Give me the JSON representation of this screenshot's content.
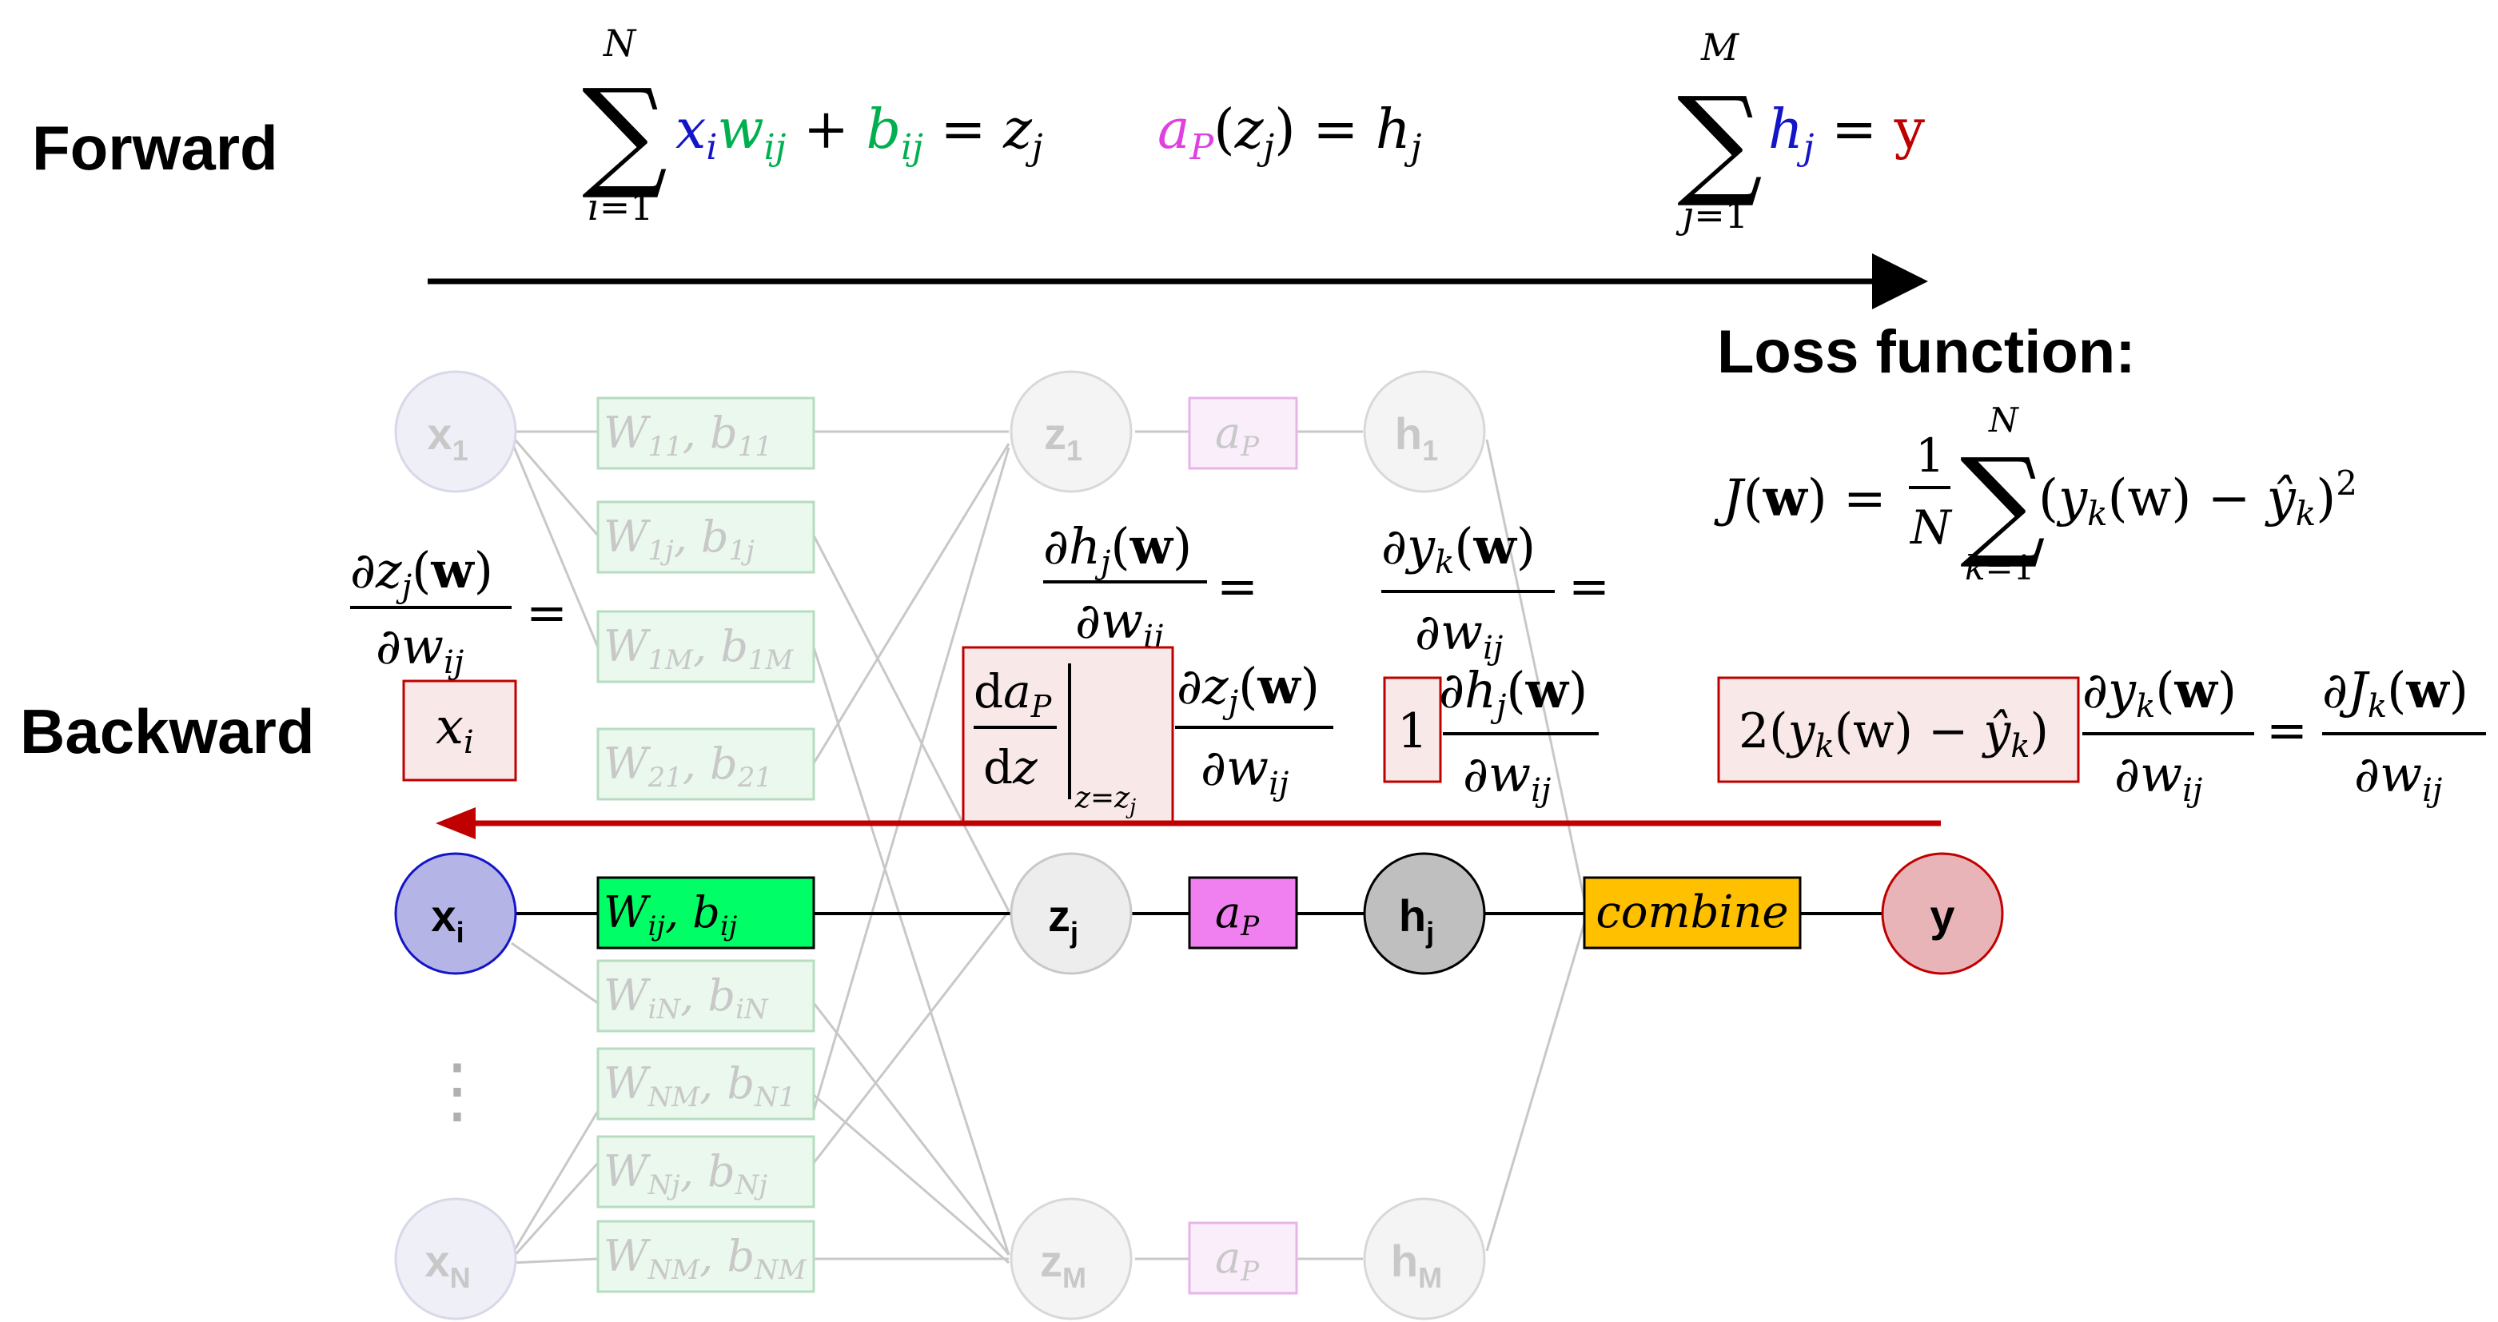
{
  "labels": {
    "forward": "Forward",
    "backward": "Backward",
    "loss_function": "Loss function:"
  },
  "nodes": {
    "x1": {
      "main": "x",
      "sub": "1"
    },
    "xi": {
      "main": "x",
      "sub": "i"
    },
    "xN": {
      "main": "x",
      "sub": "N"
    },
    "z1": {
      "main": "z",
      "sub": "1"
    },
    "zj": {
      "main": "z",
      "sub": "j"
    },
    "zM": {
      "main": "z",
      "sub": "M"
    },
    "h1": {
      "main": "h",
      "sub": "1"
    },
    "hj": {
      "main": "h",
      "sub": "j"
    },
    "hM": {
      "main": "h",
      "sub": "M"
    },
    "y": "y",
    "ellipsis": "⋮"
  },
  "weights": {
    "w11": {
      "w": "W",
      "ws": "11",
      "b": "b",
      "bs": "11"
    },
    "w1j": {
      "w": "W",
      "ws": "1j",
      "b": "b",
      "bs": "1j"
    },
    "w1M": {
      "w": "W",
      "ws": "1M",
      "b": "b",
      "bs": "1M"
    },
    "w21": {
      "w": "W",
      "ws": "21",
      "b": "b",
      "bs": "21"
    },
    "wij": {
      "w": "W",
      "ws": "ij",
      "b": "b",
      "bs": "ij"
    },
    "wiN": {
      "w": "W",
      "ws": "iN",
      "b": "b",
      "bs": "iN"
    },
    "wNM_a": {
      "w": "W",
      "ws": "NM",
      "b": "b",
      "bs": "N1"
    },
    "wNj": {
      "w": "W",
      "ws": "Nj",
      "b": "b",
      "bs": "Nj"
    },
    "wNM_b": {
      "w": "W",
      "ws": "NM",
      "b": "b",
      "bs": "NM"
    }
  },
  "activation": {
    "main": "a",
    "sub": "P"
  },
  "combine": "combine",
  "colors": {
    "x_input": "#1414c8",
    "weight": "#00b050",
    "activation": "#e040e0",
    "output": "#c00000",
    "backward_arrow": "#c00000",
    "highlight_input": "#b4b4e6",
    "highlight_weight": "#00ff66",
    "highlight_activation": "#f080f0",
    "highlight_hidden": "#bfbfbf",
    "highlight_output": "#e8b4b8",
    "combine_fill": "#ffc000"
  }
}
